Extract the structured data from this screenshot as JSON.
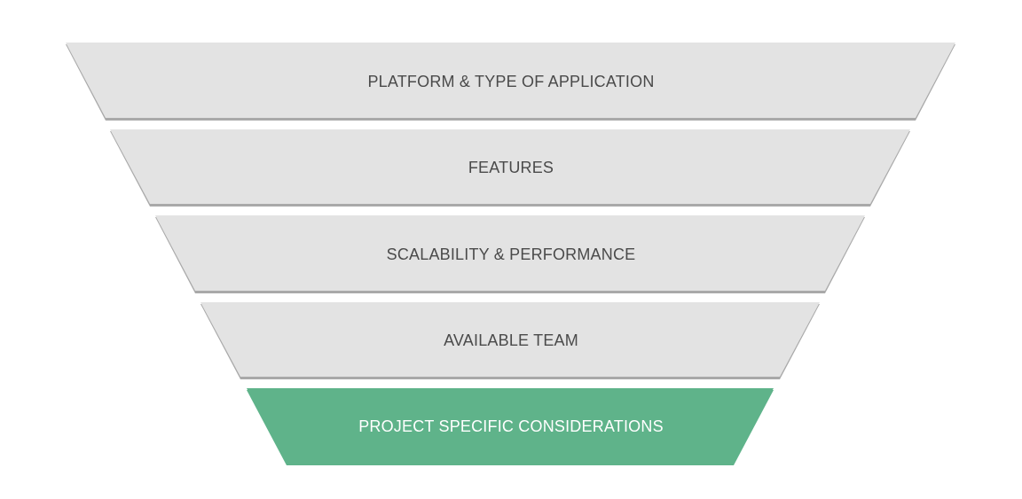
{
  "funnel": {
    "layers": [
      {
        "label": "PLATFORM & TYPE OF APPLICATION",
        "highlighted": false
      },
      {
        "label": "FEATURES",
        "highlighted": false
      },
      {
        "label": "SCALABILITY & PERFORMANCE",
        "highlighted": false
      },
      {
        "label": "AVAILABLE TEAM",
        "highlighted": false
      },
      {
        "label": "PROJECT SPECIFIC CONSIDERATIONS",
        "highlighted": true
      }
    ]
  },
  "colors": {
    "layer_fill": "#e3e3e3",
    "layer_shadow": "#a9a9a9",
    "layer_text": "#4a4a4a",
    "highlight_fill": "#5fb38a",
    "highlight_text": "#ffffff"
  }
}
